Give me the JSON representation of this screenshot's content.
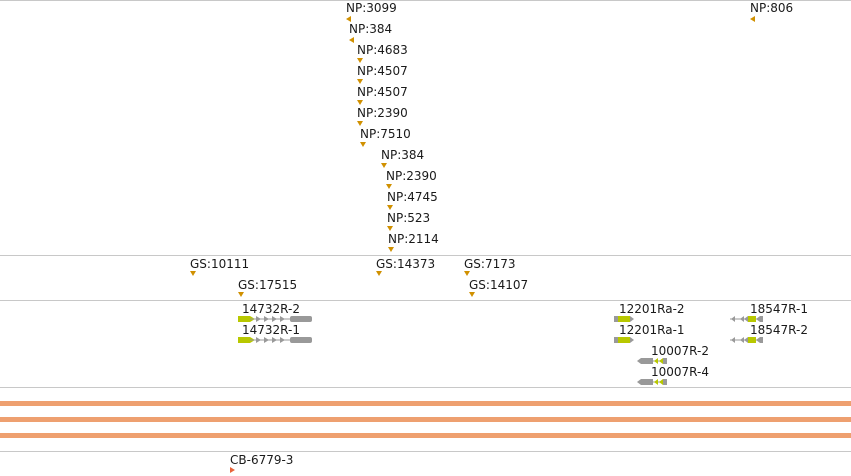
{
  "np_track": {
    "features": [
      {
        "label": "NP:3099",
        "strand": "left"
      },
      {
        "label": "NP:384",
        "strand": "left"
      },
      {
        "label": "NP:4683",
        "strand": "down"
      },
      {
        "label": "NP:4507",
        "strand": "down"
      },
      {
        "label": "NP:4507",
        "strand": "down"
      },
      {
        "label": "NP:2390",
        "strand": "down"
      },
      {
        "label": "NP:7510",
        "strand": "down"
      },
      {
        "label": "NP:384",
        "strand": "down"
      },
      {
        "label": "NP:2390",
        "strand": "down"
      },
      {
        "label": "NP:4745",
        "strand": "down"
      },
      {
        "label": "NP:523",
        "strand": "down"
      },
      {
        "label": "NP:2114",
        "strand": "down"
      },
      {
        "label": "NP:806",
        "strand": "left"
      }
    ]
  },
  "gs_track": {
    "features": [
      {
        "label": "GS:10111"
      },
      {
        "label": "GS:17515"
      },
      {
        "label": "GS:14373"
      },
      {
        "label": "GS:7173"
      },
      {
        "label": "GS:14107"
      }
    ]
  },
  "gene_track": {
    "genes": [
      {
        "label": "14732R-2"
      },
      {
        "label": "14732R-1"
      },
      {
        "label": "12201Ra-2"
      },
      {
        "label": "12201Ra-1"
      },
      {
        "label": "10007R-2"
      },
      {
        "label": "10007R-4"
      },
      {
        "label": "18547R-1"
      },
      {
        "label": "18547R-2"
      }
    ]
  },
  "cb_track": {
    "features": [
      {
        "label": "CB-6779-3"
      }
    ]
  },
  "colors": {
    "marker": "#d09000",
    "band": "#eea070",
    "exon_green": "#b8c800",
    "intron_gray": "#999999",
    "cb_marker": "#e8643a"
  }
}
